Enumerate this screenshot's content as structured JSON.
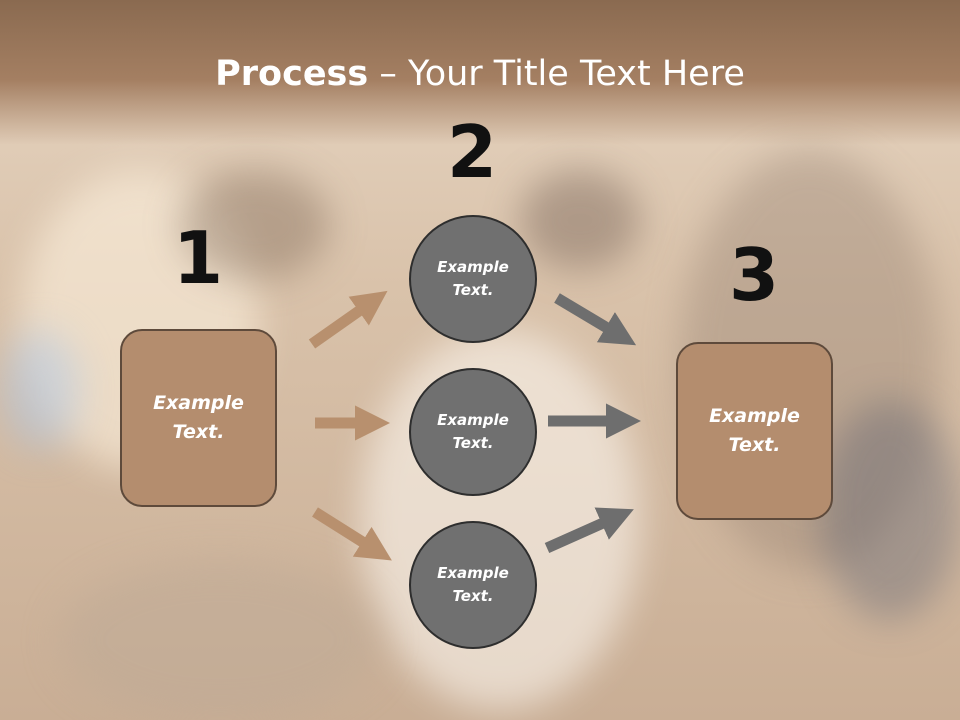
{
  "title": {
    "bold": "Process",
    "rest": " – Your Title Text Here"
  },
  "steps": {
    "one": {
      "number": "1",
      "line1": "Example",
      "line2": "Text."
    },
    "two": {
      "number": "2"
    },
    "three": {
      "number": "3",
      "line1": "Example",
      "line2": "Text."
    }
  },
  "circles": [
    {
      "line1": "Example",
      "line2": "Text."
    },
    {
      "line1": "Example",
      "line2": "Text."
    },
    {
      "line1": "Example",
      "line2": "Text."
    }
  ],
  "colors": {
    "box_fill": "#b48d6e",
    "circle_fill": "#707070",
    "arrow_left": "#b8906e",
    "arrow_right": "#6e6e6e"
  }
}
